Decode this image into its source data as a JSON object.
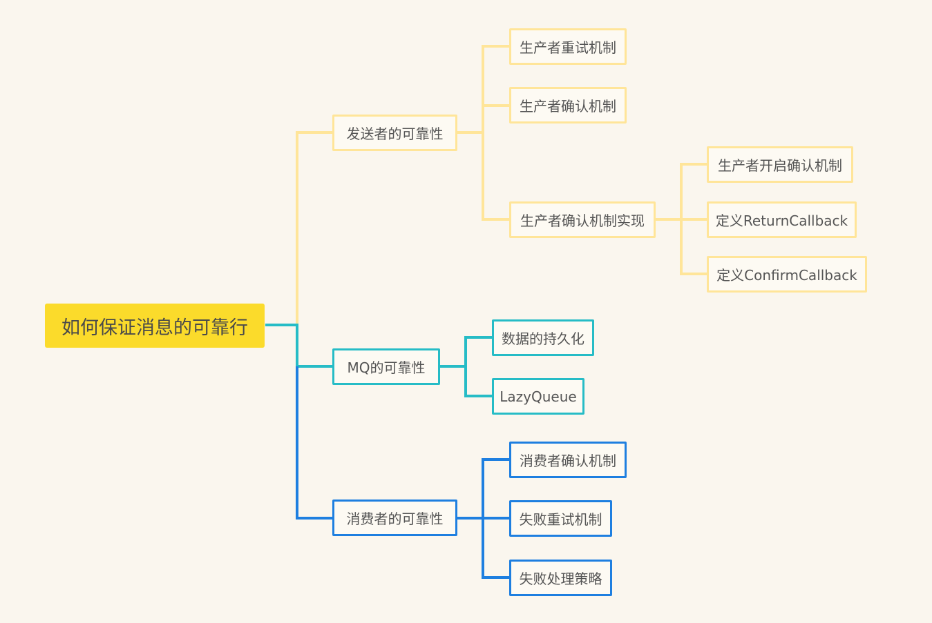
{
  "root": {
    "label": "如何保证消息的可靠行",
    "color": "#fbdb2b"
  },
  "branches": {
    "sender": {
      "label": "发送者的可靠性",
      "color": "#ffe599",
      "children": {
        "producer_retry": "生产者重试机制",
        "producer_confirm": "生产者确认机制",
        "confirm_impl": {
          "label": "生产者确认机制实现",
          "children": {
            "enable_confirm": "生产者开启确认机制",
            "return_callback": "定义ReturnCallback",
            "confirm_callback": "定义ConfirmCallback"
          }
        }
      }
    },
    "mq": {
      "label": "MQ的可靠性",
      "color": "#26bcc6",
      "children": {
        "persistence": "数据的持久化",
        "lazy_queue": "LazyQueue"
      }
    },
    "consumer": {
      "label": "消费者的可靠性",
      "color": "#1e7fe0",
      "children": {
        "consumer_ack": "消费者确认机制",
        "failure_retry": "失败重试机制",
        "failure_strategy": "失败处理策略"
      }
    }
  }
}
